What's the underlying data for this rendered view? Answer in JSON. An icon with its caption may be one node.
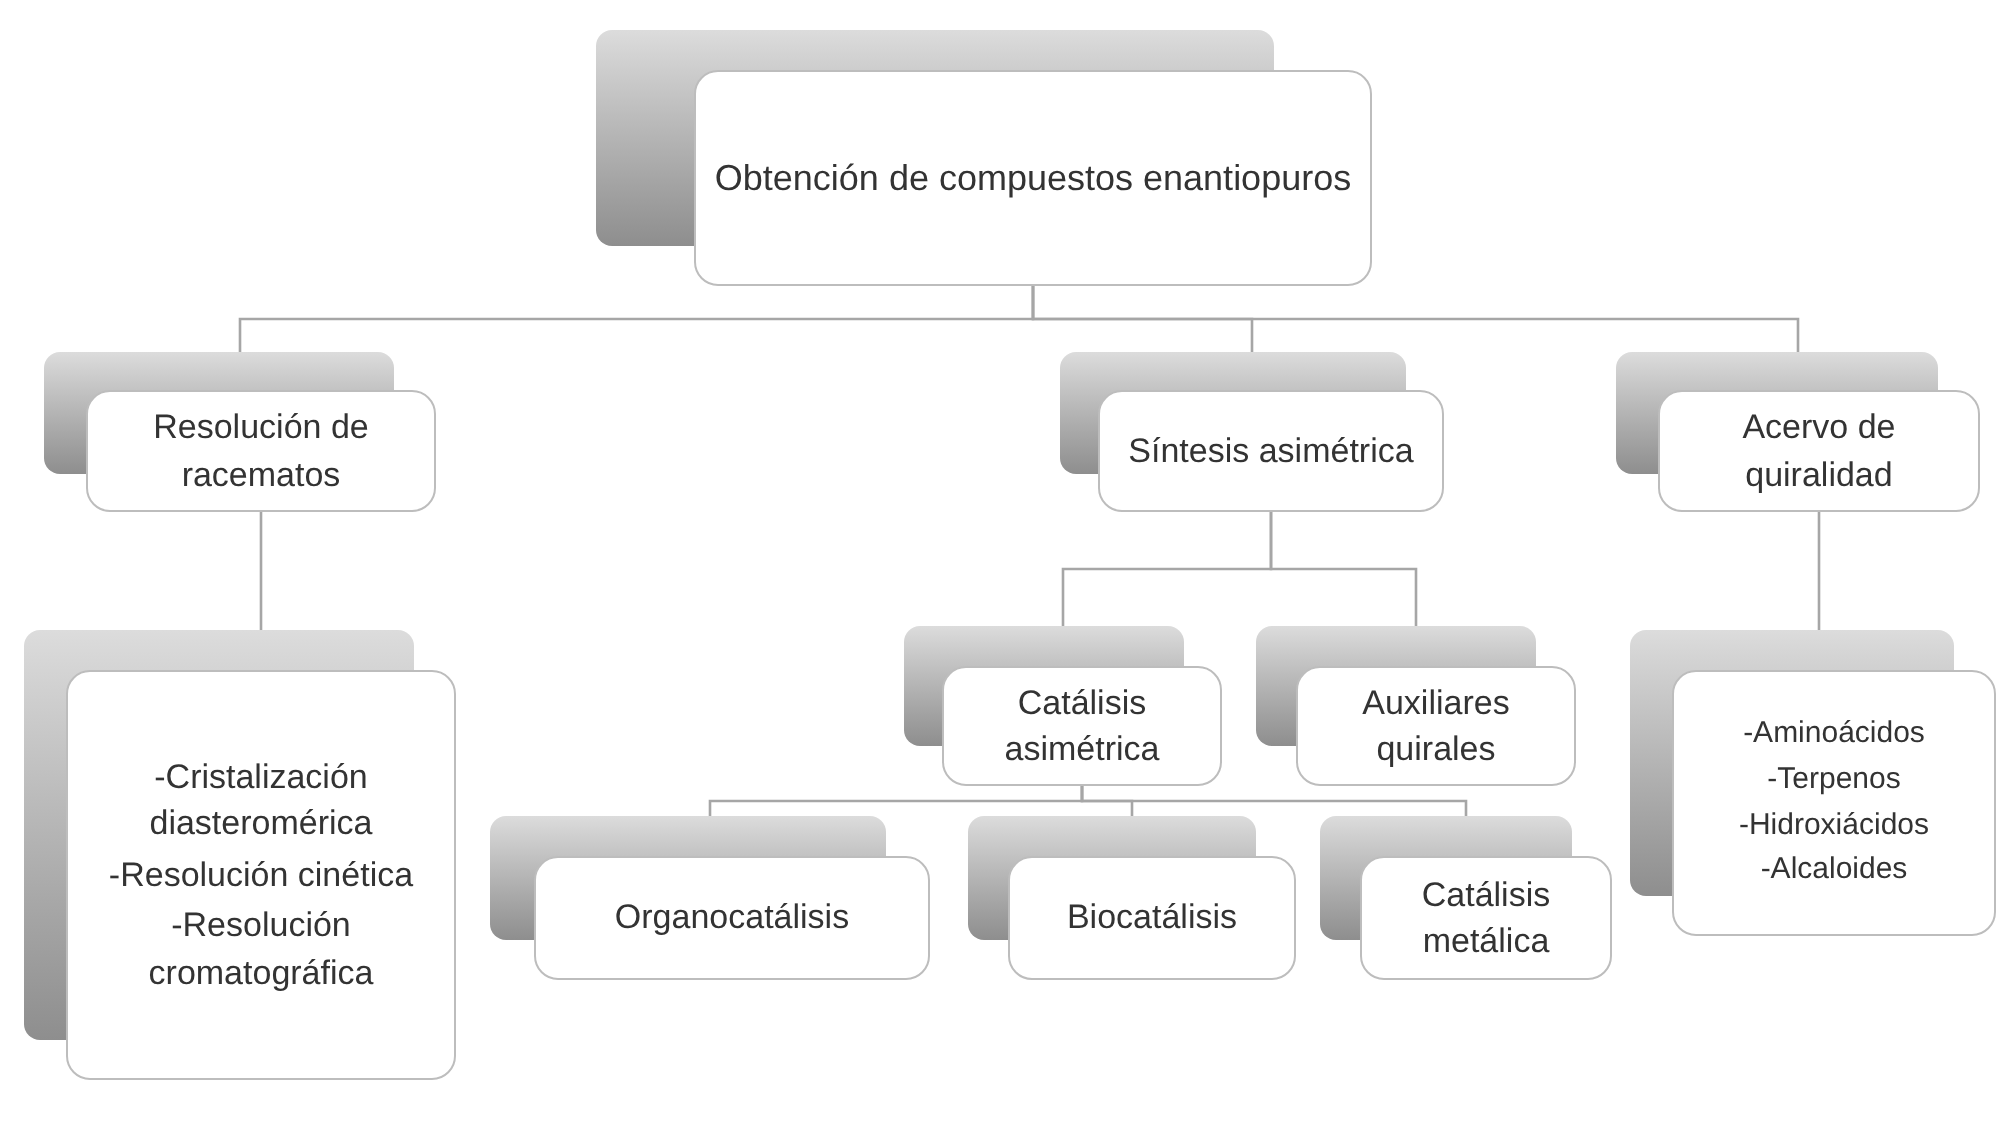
{
  "diagram": {
    "nodes": [
      {
        "text": [
          "Obtención de compuestos enantiopuros"
        ]
      },
      {
        "text": [
          "Resolución de racematos"
        ]
      },
      {
        "text": [
          "Síntesis asimétrica"
        ]
      },
      {
        "text": [
          "Acervo de quiralidad"
        ]
      },
      {
        "text": [
          "-Cristalización diasteromérica",
          "-Resolución cinética",
          "-Resolución cromatográfica"
        ]
      },
      {
        "text": [
          "Catálisis asimétrica"
        ]
      },
      {
        "text": [
          "Auxiliares quirales"
        ]
      },
      {
        "text": [
          "-Aminoácidos",
          "-Terpenos",
          "-Hidroxiácidos",
          "-Alcaloides"
        ]
      },
      {
        "text": [
          "Organocatálisis"
        ]
      },
      {
        "text": [
          "Biocatálisis"
        ]
      },
      {
        "text": [
          "Catálisis metálica"
        ]
      }
    ],
    "edges": [
      {
        "from": 0,
        "to": 1,
        "arrow": "none"
      },
      {
        "from": 0,
        "to": 2,
        "arrow": "none"
      },
      {
        "from": 0,
        "to": 3,
        "arrow": "none"
      },
      {
        "from": 1,
        "to": 4,
        "arrow": "none"
      },
      {
        "from": 2,
        "to": 5,
        "arrow": "none"
      },
      {
        "from": 2,
        "to": 6,
        "arrow": "none"
      },
      {
        "from": 3,
        "to": 7,
        "arrow": "none"
      },
      {
        "from": 5,
        "to": 8,
        "arrow": "none"
      },
      {
        "from": 5,
        "to": 9,
        "arrow": "none"
      },
      {
        "from": 5,
        "to": 10,
        "arrow": "none"
      }
    ]
  }
}
